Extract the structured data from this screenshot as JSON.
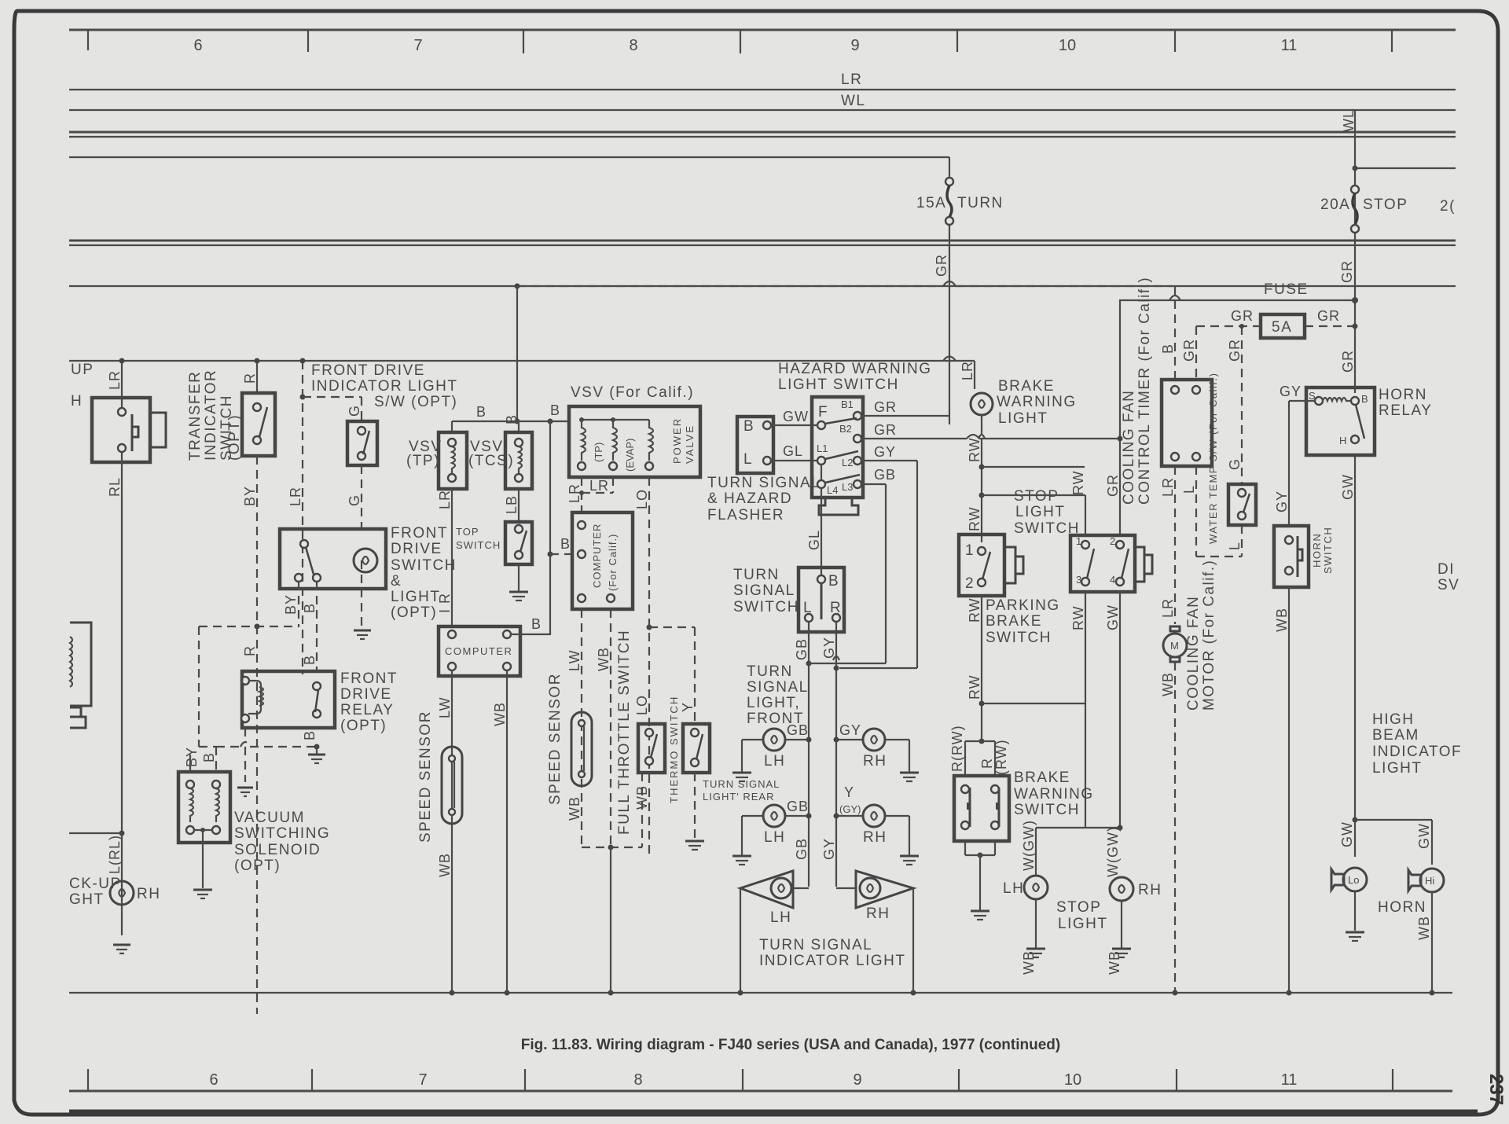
{
  "figure": {
    "caption": "Fig. 11.83. Wiring diagram - FJ40 series (USA and Canada), 1977 (continued)",
    "page_number": "237",
    "grid_columns_top": [
      "6",
      "7",
      "8",
      "9",
      "10",
      "11"
    ],
    "grid_columns_bottom": [
      "6",
      "7",
      "8",
      "9",
      "10",
      "11"
    ]
  },
  "buses": {
    "lr": "LR",
    "wl": "WL"
  },
  "fuses": {
    "turn": {
      "rating": "15A",
      "name": "TURN"
    },
    "stop": {
      "rating": "20A",
      "name": "STOP"
    },
    "partial_right": "2(",
    "fuse_label": "FUSE",
    "small_fuse": "5A"
  },
  "components": {
    "backup_edge_up": "UP",
    "backup_edge_h": "H",
    "transfer_indicator_switch": [
      "TRANSFER",
      "INDICATOR",
      "SWITCH",
      "(OPT)"
    ],
    "front_drive_indicator_sw": [
      "FRONT DRIVE",
      "INDICATOR LIGHT",
      "S/W (OPT)"
    ],
    "front_drive_switch_light": [
      "FRONT",
      "DRIVE",
      "SWITCH",
      "&",
      "LIGHT",
      "(OPT)"
    ],
    "front_drive_relay": [
      "FRONT",
      "DRIVE",
      "RELAY",
      "(OPT)"
    ],
    "vacuum_switching_solenoid": [
      "VACUUM",
      "SWITCHING",
      "SOLENOID",
      "(OPT)"
    ],
    "backup_light": [
      "CK-UP",
      "GHT"
    ],
    "backup_light_rh": "RH",
    "vsv_tp": [
      "VSV",
      "(TP)"
    ],
    "vsv_tcs": [
      "VSV",
      "(TCS)"
    ],
    "top_switch": [
      "TOP",
      "SWITCH"
    ],
    "computer": "COMPUTER",
    "speed_sensor_1": "SPEED SENSOR",
    "vsv_calif": "VSV (For Calif.)",
    "vsv_calif_tp": "(TP)",
    "vsv_calif_evap": "(EVAP)",
    "power_valve": [
      "POWER",
      "VALVE"
    ],
    "computer_calif": [
      "COMPUTER",
      "(For Calif.)"
    ],
    "speed_sensor_2": "SPEED SENSOR",
    "full_throttle_switch": "FULL THROTTLE SWITCH",
    "thermo_switch": "THERMO SWITCH",
    "hazard_switch": [
      "HAZARD WARNING",
      "LIGHT SWITCH"
    ],
    "hazard_terminals": [
      "F",
      "B1",
      "B2",
      "L1",
      "L2",
      "L3",
      "L4"
    ],
    "flasher": [
      "TURN SIGNAL",
      "& HAZARD",
      "FLASHER"
    ],
    "flasher_terminals": [
      "B",
      "L"
    ],
    "turn_signal_switch": [
      "TURN",
      "SIGNAL",
      "SWITCH"
    ],
    "turn_switch_terminals": [
      "B",
      "L",
      "R"
    ],
    "turn_light_front": [
      "TURN",
      "SIGNAL",
      "LIGHT,",
      "FRONT"
    ],
    "turn_light_rear": [
      "TURN SIGNAL",
      "LIGHT' REAR"
    ],
    "turn_indicator": [
      "TURN SIGNAL",
      "INDICATOR LIGHT"
    ],
    "lh": "LH",
    "rh": "RH",
    "brake_warning_light": [
      "BRAKE",
      "WARNING",
      "LIGHT"
    ],
    "stop_light_switch": [
      "STOP",
      "LIGHT",
      "SWITCH"
    ],
    "parking_brake_switch": [
      "PARKING",
      "BRAKE",
      "SWITCH"
    ],
    "brake_warning_switch": [
      "BRAKE",
      "WARNING",
      "SWITCH"
    ],
    "stop_light": [
      "STOP",
      "LIGHT"
    ],
    "cooling_fan_timer": [
      "COOLING FAN",
      "CONTROL TIMER (For Calif.)"
    ],
    "water_temp_sw": "WATER TEMP S/W (For Calif.)",
    "cooling_fan_motor": [
      "COOLING FAN",
      "MOTOR (For Calif.)"
    ],
    "motor_glyph": "M",
    "horn_relay": [
      "HORN",
      "RELAY"
    ],
    "horn_relay_terminals": [
      "S",
      "B",
      "H"
    ],
    "horn_switch": [
      "HORN",
      "SWITCH"
    ],
    "high_beam_indicator": [
      "HIGH",
      "BEAM",
      "INDICATOF",
      "LIGHT"
    ],
    "horn": "HORN",
    "horn_lo": "Lo",
    "horn_hi": "Hi",
    "partial_di": [
      "DI",
      "SV"
    ],
    "switch_pins": [
      "1",
      "2",
      "3",
      "4"
    ]
  },
  "wire_codes": {
    "LR": "LR",
    "RL": "RL",
    "R": "R",
    "BY": "BY",
    "B": "B",
    "G": "G",
    "LB": "LB",
    "LW": "LW",
    "WB": "WB",
    "LO": "LO",
    "Y": "Y",
    "GL": "GL",
    "GW": "GW",
    "GR": "GR",
    "GY": "GY",
    "GB": "GB",
    "RW": "RW",
    "L": "L",
    "WL": "WL",
    "L_RL": "L(RL)",
    "R_RW": "R(RW)",
    "RW_paren": "(RW)",
    "W_GW": "W(GW)",
    "GY_paren": "(GY)",
    "IR": "I R"
  }
}
